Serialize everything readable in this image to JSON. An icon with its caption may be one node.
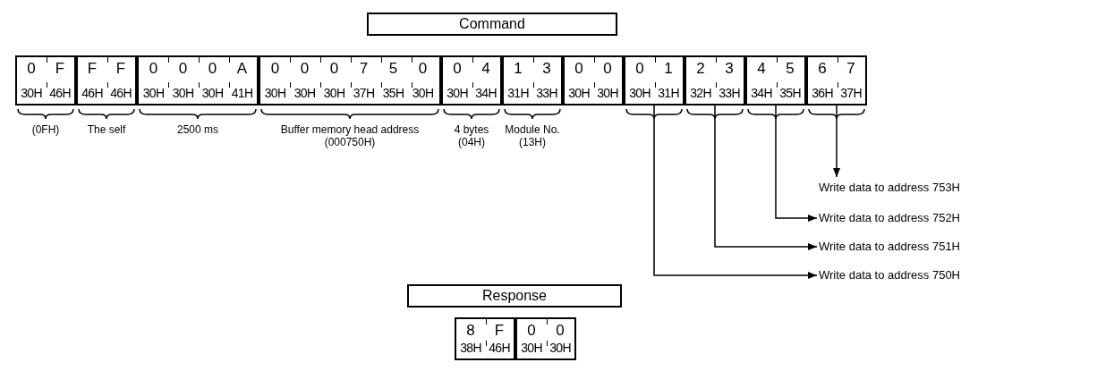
{
  "diagram": {
    "nodes": [
      {
        "text": [
          "Command"
        ]
      },
      {
        "text": [
          "0",
          "F",
          "30H",
          "46H"
        ],
        "beside": [
          "(0FH)"
        ]
      },
      {
        "text": [
          "F",
          "F",
          "46H",
          "46H"
        ],
        "beside": [
          "The self"
        ]
      },
      {
        "text": [
          "0",
          "0",
          "0",
          "A",
          "30H",
          "30H",
          "30H",
          "41H"
        ],
        "beside": [
          "2500 ms"
        ]
      },
      {
        "text": [
          "0",
          "0",
          "0",
          "7",
          "5",
          "0",
          "30H",
          "30H",
          "30H",
          "37H",
          "35H",
          "30H"
        ],
        "beside": [
          "Buffer memory head address (000750H)"
        ]
      },
      {
        "text": [
          "0",
          "4",
          "30H",
          "34H"
        ],
        "beside": [
          "4 bytes (04H)"
        ]
      },
      {
        "text": [
          "1",
          "3",
          "31H",
          "33H"
        ],
        "beside": [
          "Module No. (13H)"
        ]
      },
      {
        "text": [
          "0",
          "0",
          "30H",
          "30H"
        ]
      },
      {
        "text": [
          "0",
          "1",
          "30H",
          "31H"
        ]
      },
      {
        "text": [
          "2",
          "3",
          "32H",
          "33H"
        ]
      },
      {
        "text": [
          "4",
          "5",
          "34H",
          "35H"
        ]
      },
      {
        "text": [
          "6",
          "7",
          "36H",
          "37H"
        ]
      },
      {
        "text": [
          "Write data to address 753H"
        ]
      },
      {
        "text": [
          "Write data to address 752H"
        ]
      },
      {
        "text": [
          "Write data to address 751H"
        ]
      },
      {
        "text": [
          "Write data to address 750H"
        ]
      },
      {
        "text": [
          "Response"
        ]
      },
      {
        "text": [
          "8",
          "F",
          "38H",
          "46H"
        ]
      },
      {
        "text": [
          "0",
          "0",
          "30H",
          "30H"
        ]
      }
    ],
    "edges": [
      {
        "from": 11,
        "to": 12,
        "arrow": "to"
      },
      {
        "from": 10,
        "to": 13,
        "arrow": "to"
      },
      {
        "from": 9,
        "to": 14,
        "arrow": "to"
      },
      {
        "from": 8,
        "to": 15,
        "arrow": "to"
      }
    ]
  }
}
